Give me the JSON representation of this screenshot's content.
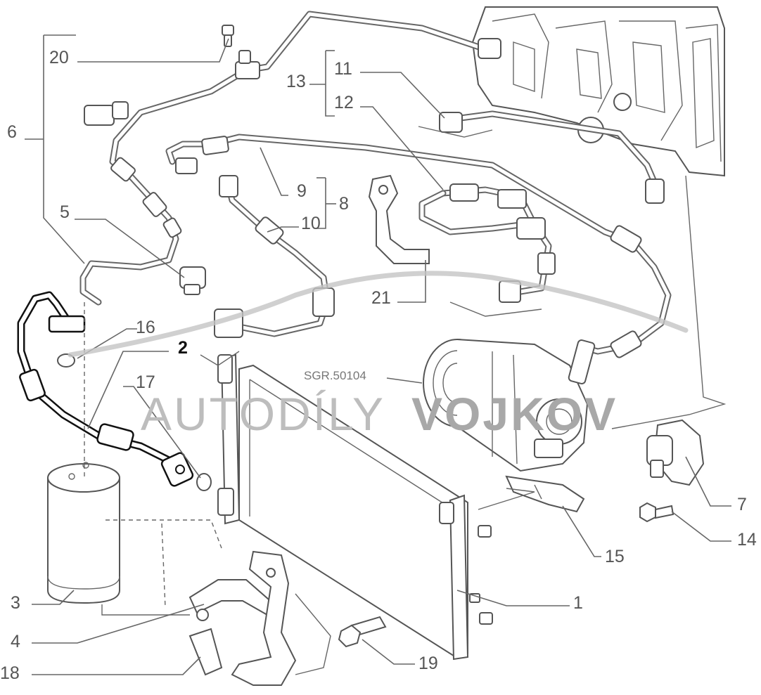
{
  "diagram": {
    "drawing_code": "SGR.50104",
    "watermark": {
      "light_part": "AUTODÍLY",
      "bold_part": "VOJKOV"
    },
    "callouts": {
      "c1": "1",
      "c2": "2",
      "c3": "3",
      "c4": "4",
      "c5": "5",
      "c6": "6",
      "c7": "7",
      "c8": "8",
      "c9": "9",
      "c10": "10",
      "c11": "11",
      "c12": "12",
      "c13": "13",
      "c14": "14",
      "c15": "15",
      "c16": "16",
      "c17": "17",
      "c18": "18",
      "c19": "19",
      "c20": "20",
      "c21": "21"
    },
    "colors": {
      "drawing": "#666666",
      "highlighted_part": "#111111",
      "watermark": "#b0b0b0"
    }
  }
}
